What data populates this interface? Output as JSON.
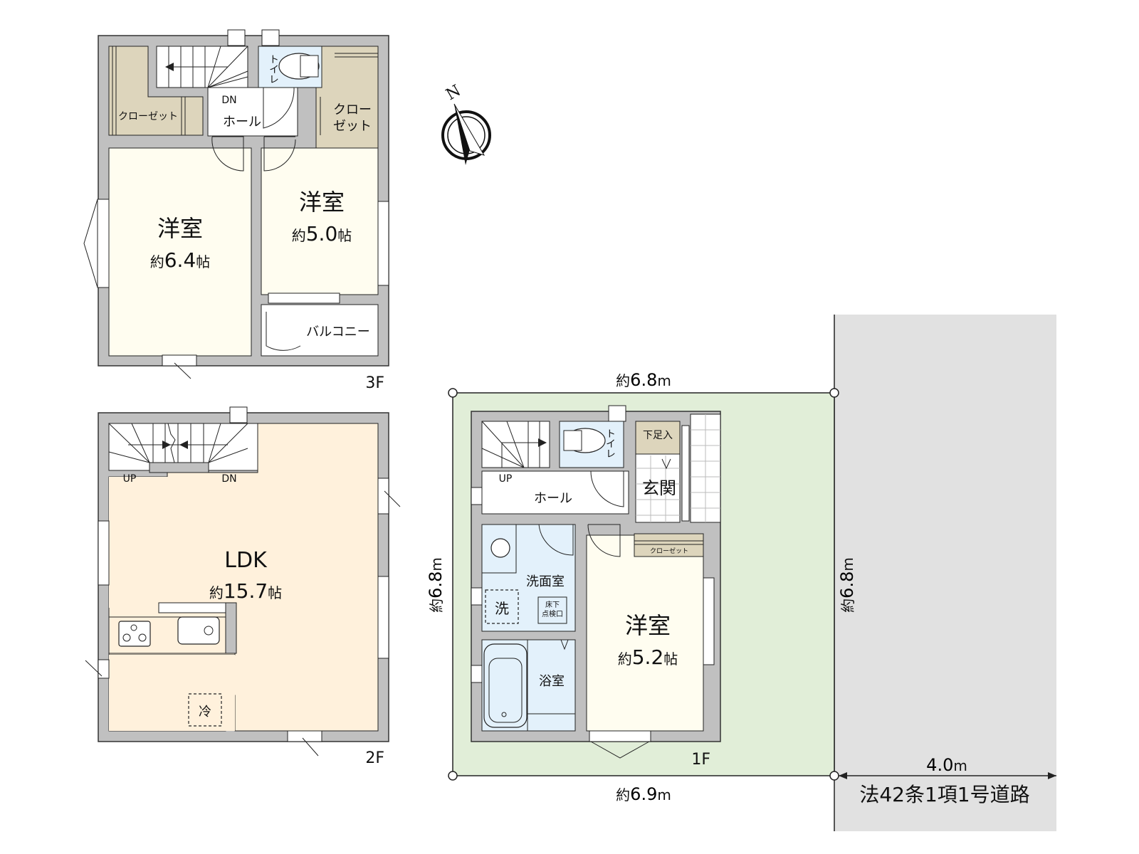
{
  "colors": {
    "wall": "#c0c0c0",
    "western_room": "#fffdf0",
    "ldk": "#fff1dc",
    "closet": "#ddd5bc",
    "wet_area": "#e3f1fb",
    "lot": "#e1eed8",
    "road": "#e1e1e1"
  },
  "compass": {
    "label": "N"
  },
  "floor3": {
    "label": "3F",
    "rooms": {
      "west_room": {
        "name": "洋室",
        "area_prefix": "約",
        "area_value": "6.4",
        "area_unit": "帖"
      },
      "east_room": {
        "name": "洋室",
        "area_prefix": "約",
        "area_value": "5.0",
        "area_unit": "帖"
      },
      "closet_left": {
        "name": "クローゼット"
      },
      "closet_right_line1": "クロー",
      "closet_right_line2": "ゼット",
      "hall": {
        "name": "ホール",
        "stair_mark": "DN"
      },
      "toilet": {
        "name": "トイレ"
      },
      "balcony": {
        "name": "バルコニー"
      }
    }
  },
  "floor2": {
    "label": "2F",
    "rooms": {
      "ldk": {
        "name": "LDK",
        "area_prefix": "約",
        "area_value": "15.7",
        "area_unit": "帖"
      },
      "stair_up": "UP",
      "stair_down": "DN",
      "fridge": "冷"
    }
  },
  "floor1": {
    "label": "1F",
    "rooms": {
      "hall": {
        "name": "ホール",
        "stair_mark": "UP"
      },
      "toilet": {
        "name": "トイレ"
      },
      "shoe_box": {
        "name": "下足入"
      },
      "entrance": {
        "name": "玄関"
      },
      "washroom": {
        "name": "洗面室"
      },
      "washer": "洗",
      "underfloor_line1": "床下",
      "underfloor_line2": "点検口",
      "bathroom": {
        "name": "浴室"
      },
      "western_room": {
        "name": "洋室",
        "area_prefix": "約",
        "area_value": "5.2",
        "area_unit": "帖"
      },
      "closet": {
        "name": "クローゼット"
      }
    }
  },
  "site": {
    "top_dim": {
      "prefix": "約",
      "value": "6.8",
      "unit": "m"
    },
    "bottom_dim": {
      "prefix": "約",
      "value": "6.9",
      "unit": "m"
    },
    "left_dim": {
      "prefix": "約",
      "value": "6.8",
      "unit": "m"
    },
    "right_dim": {
      "prefix": "約",
      "value": "6.8",
      "unit": "m"
    }
  },
  "road": {
    "width": {
      "value": "4.0",
      "unit": "m"
    },
    "label": "法42条1項1号道路"
  }
}
